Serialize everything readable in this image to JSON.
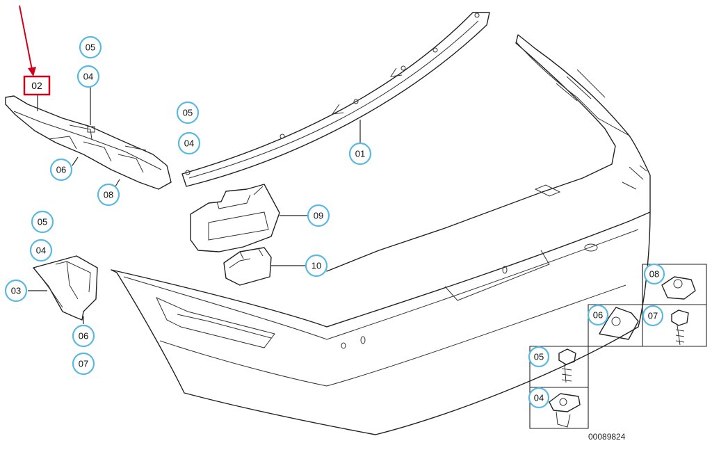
{
  "labels": {
    "c01": "01",
    "c02": "02",
    "c03": "03",
    "c04": "04",
    "c05": "05",
    "c06": "06",
    "c07": "07",
    "c08": "08",
    "c09": "09",
    "c10": "10"
  },
  "highlighted_part": "02",
  "document_number": "00089824",
  "colors": {
    "bubble_outline": "#5bb8e0",
    "highlight": "#d0021b",
    "line": "#222222"
  }
}
